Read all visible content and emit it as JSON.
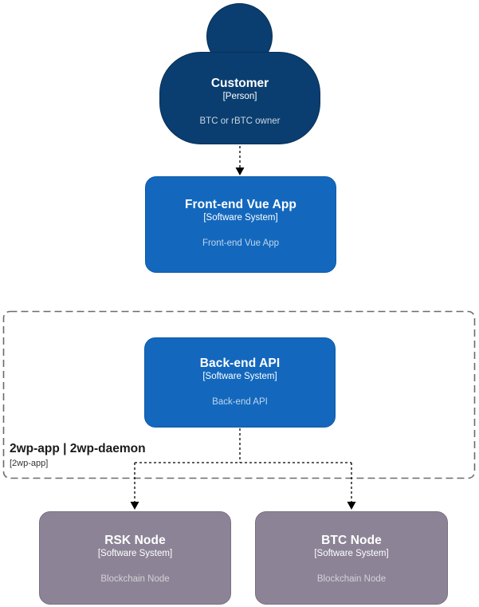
{
  "diagram": {
    "nodes": {
      "customer": {
        "title": "Customer",
        "type": "[Person]",
        "description": "BTC or rBTC owner"
      },
      "frontend": {
        "title": "Front-end Vue App",
        "type": "[Software System]",
        "description": "Front-end Vue App"
      },
      "backend": {
        "title": "Back-end API",
        "type": "[Software System]",
        "description": "Back-end API"
      },
      "rsk_node": {
        "title": "RSK Node",
        "type": "[Software System]",
        "description": "Blockchain Node"
      },
      "btc_node": {
        "title": "BTC Node",
        "type": "[Software System]",
        "description": "Blockchain Node"
      }
    },
    "boundary": {
      "label": "2wp-app | 2wp-daemon",
      "sublabel": "[2wp-app]"
    },
    "colors": {
      "person_fill": "#0a3e70",
      "system_fill": "#1368bd",
      "external_fill": "#8c8496",
      "boundary_stroke": "#666666",
      "connector": "#000000",
      "background": "#ffffff"
    }
  }
}
